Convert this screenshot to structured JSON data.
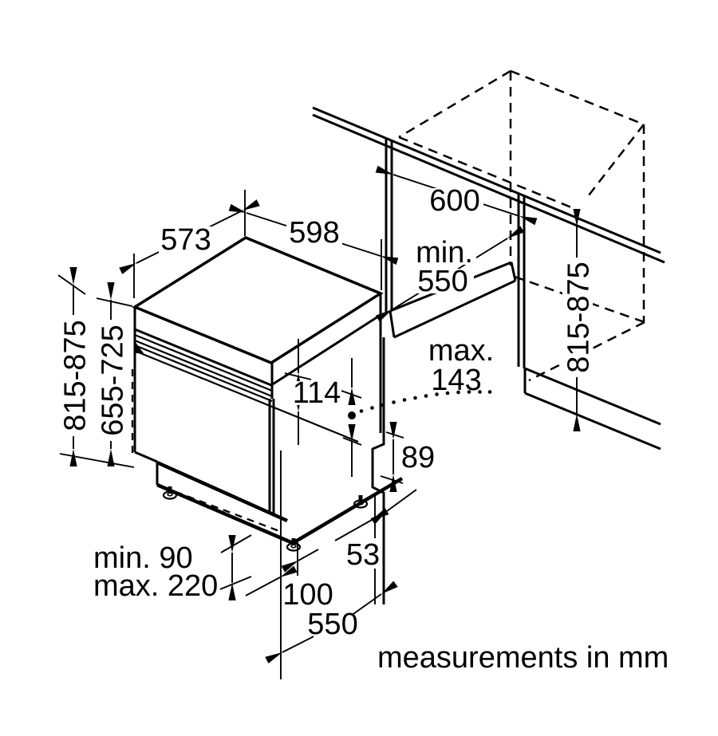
{
  "colors": {
    "line": "#000000",
    "background": "#ffffff"
  },
  "note": "measurements in mm",
  "dimensions": {
    "top_depth": "573",
    "top_width": "598",
    "niche_width": "600",
    "niche_depth_prefix": "min.",
    "niche_depth_value": "550",
    "appliance_height_range": "815-875",
    "front_panel_height_range": "655-725",
    "niche_height_range": "815-875",
    "control_panel_height": "114",
    "door_offset_prefix": "max.",
    "door_offset_value": "143",
    "plinth_step_height": "89",
    "plinth_step_depth": "53",
    "plinth_clearance_min": "min. 90",
    "plinth_clearance_max": "max. 220",
    "front_gap": "100",
    "base_depth": "550"
  }
}
